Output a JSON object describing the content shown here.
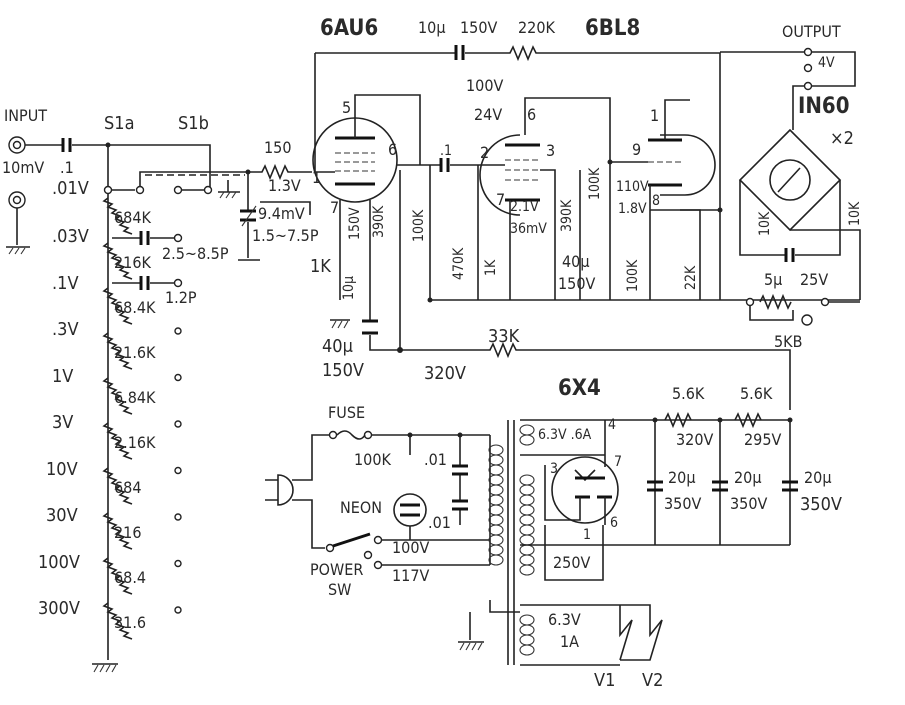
{
  "tubes": {
    "v1": "6AU6",
    "v2": "6BL8",
    "rect": "6X4"
  },
  "input": {
    "label": "INPUT",
    "level": "10mV",
    "cap": ".1"
  },
  "switch": {
    "a": "S1a",
    "b": "S1b"
  },
  "ranges": [
    ".01V",
    ".03V",
    ".1V",
    ".3V",
    "1V",
    "3V",
    "10V",
    "30V",
    "100V",
    "300V"
  ],
  "divider": [
    "684K",
    "216K",
    "68.4K",
    "21.6K",
    "6.84K",
    "2.16K",
    "684",
    "216",
    "68.4",
    "31.6"
  ],
  "comp_caps": [
    "2.5~8.5P",
    "1.2P"
  ],
  "input_trim": {
    "cap": "1.5~7.5P",
    "res": "150",
    "v_dc": "1.3V",
    "v_sig": "9.4mV"
  },
  "v1_stage": {
    "pin5": "5",
    "pin6": "6",
    "pin7": "7",
    "pin1": "1",
    "cathode_r": "1K",
    "cathode_c": "10μ",
    "cathode_cv": "150V",
    "screen_r": "390K",
    "plate_r": "100K",
    "coupling": ".1",
    "screen_c": "40μ",
    "screen_cv": "150V"
  },
  "v2_stage": {
    "plate_v": "100V",
    "screen_v": "24V",
    "pin2": "2",
    "pin3": "3",
    "pin6": "6",
    "pin7": "7",
    "grid_r": "470K",
    "cathode_r": "1K",
    "k_v": "2.1V",
    "k_sig": "36mV",
    "screen_r": "390K",
    "plate_r": "100K",
    "dec_c": "40μ",
    "dec_cv": "150V"
  },
  "v2b_stage": {
    "pin1": "1",
    "pin9": "9",
    "pin8": "8",
    "v_dc": "110V",
    "v_sig": "1.8V",
    "k_r": "100K",
    "out_r": "22K"
  },
  "feedback": {
    "cap": "10μ",
    "cap_v": "150V",
    "res": "220K"
  },
  "output": {
    "label": "OUTPUT",
    "level": "4V",
    "diode": "IN60",
    "diode_qty": "×2",
    "r1": "10K",
    "r2": "10K",
    "cap": "5μ",
    "cap_v": "25V",
    "pot": "5KB"
  },
  "bplus": {
    "r_feed": "33K",
    "v_node": "320V",
    "c_filter": "40μ",
    "c_filter_v": "150V"
  },
  "power": {
    "fuse": "FUSE",
    "neon": "NEON",
    "neon_r": "100K",
    "c1": ".01",
    "c2": ".01",
    "tap100": "100V",
    "tap117": "117V",
    "sw1": "POWER",
    "sw2": "SW",
    "heater1": "6.3V .6A",
    "hv": "250V",
    "heater2_v": "6.3V",
    "heater2_a": "1A",
    "v1": "V1",
    "v2": "V2",
    "pin3": "3",
    "pin4": "4",
    "pin7": "7",
    "pin1": "1",
    "pin6": "6",
    "r_a": "5.6K",
    "r_b": "5.6K",
    "node_a": "320V",
    "node_b": "295V",
    "caps": [
      "20μ",
      "20μ",
      "20μ"
    ],
    "caps_v": [
      "350V",
      "350V",
      "350V"
    ]
  }
}
